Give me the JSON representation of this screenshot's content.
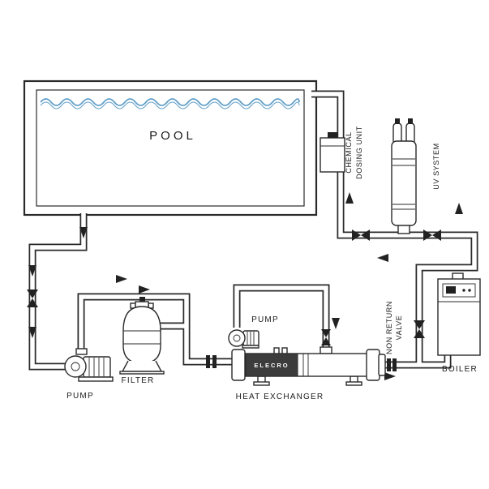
{
  "diagram": {
    "labels": {
      "pool": "POOL",
      "pump_main": "PUMP",
      "filter": "FILTER",
      "pump_circulation": "PUMP",
      "heat_exchanger": "HEAT EXCHANGER",
      "heat_exchanger_brand": "ELECRO",
      "boiler": "BOILER",
      "chemical_dosing_line1": "CHEMICAL",
      "chemical_dosing_line2": "DOSING UNIT",
      "uv_system": "UV SYSTEM",
      "non_return_valve_line1": "NON RETURN",
      "non_return_valve_line2": "VALVE"
    },
    "colors": {
      "line": "#2a2a2a",
      "water": "#64a0c8",
      "hx_band": "#3c3c3c",
      "background": "#ffffff"
    },
    "valves": [
      "suction-line-valve",
      "uv-inlet-valve",
      "uv-outlet-valve",
      "non-return-valve",
      "hx-primary-valve"
    ],
    "flow_arrows": [
      {
        "direction": "down",
        "location": "pool outlet drop"
      },
      {
        "direction": "down",
        "location": "suction line above valve"
      },
      {
        "direction": "down",
        "location": "suction line below valve"
      },
      {
        "direction": "right",
        "location": "pump discharge to filter (upper)"
      },
      {
        "direction": "right",
        "location": "pump discharge to filter (lower)"
      },
      {
        "direction": "down",
        "location": "heat exchanger primary inlet"
      },
      {
        "direction": "right",
        "location": "heat exchanger outlet to boiler line"
      },
      {
        "direction": "left",
        "location": "boiler return line"
      },
      {
        "direction": "up",
        "location": "riser past chemical dosing unit"
      },
      {
        "direction": "up",
        "location": "uv system outlet to pool return"
      }
    ]
  }
}
